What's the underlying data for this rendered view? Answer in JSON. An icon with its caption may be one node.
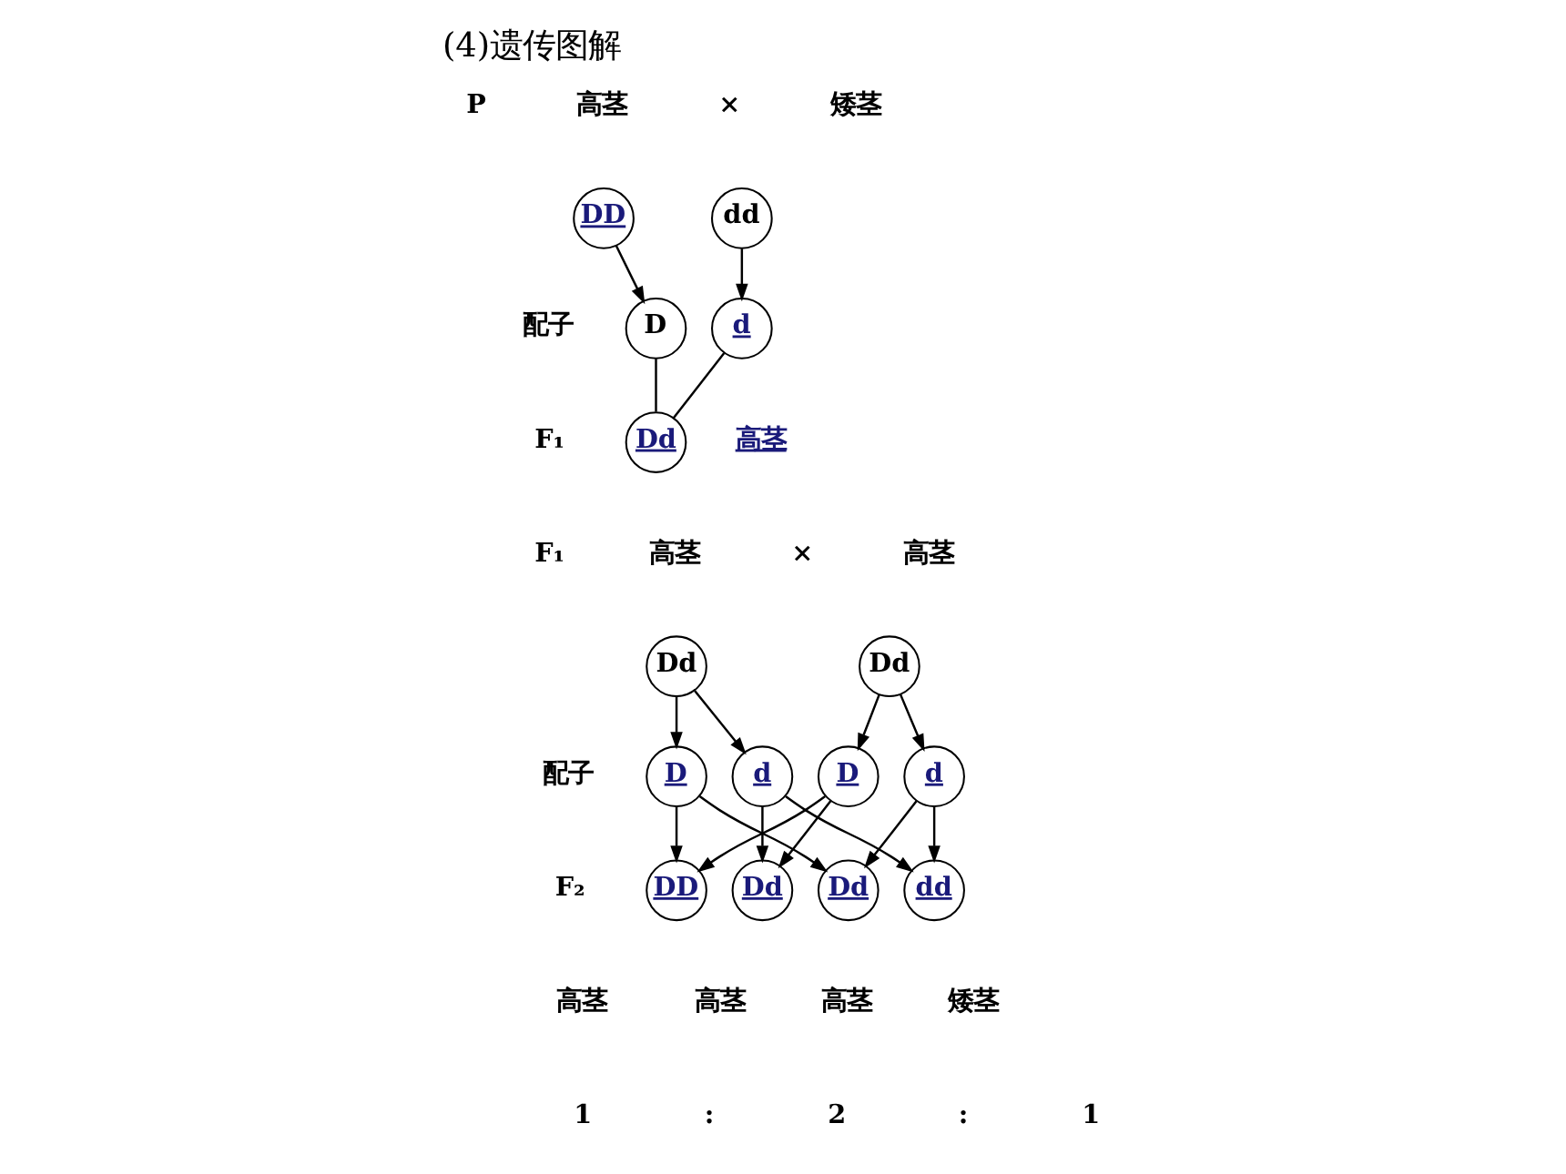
{
  "diagram": {
    "title": "(4)遗传图解",
    "nodes": [
      {
        "text": [
          "DD"
        ]
      },
      {
        "text": [
          "dd"
        ]
      },
      {
        "text": [
          "D"
        ]
      },
      {
        "text": [
          "d"
        ]
      },
      {
        "text": [
          "Dd"
        ],
        "beside": [
          "高茎"
        ]
      },
      {
        "text": [
          "Dd"
        ]
      },
      {
        "text": [
          "Dd"
        ]
      },
      {
        "text": [
          "D"
        ]
      },
      {
        "text": [
          "d"
        ]
      },
      {
        "text": [
          "D"
        ]
      },
      {
        "text": [
          "d"
        ]
      },
      {
        "text": [
          "DD"
        ]
      },
      {
        "text": [
          "Dd"
        ]
      },
      {
        "text": [
          "Dd"
        ]
      },
      {
        "text": [
          "dd"
        ]
      }
    ],
    "edges": [
      {
        "from": 0,
        "to": 2,
        "arrow": "to"
      },
      {
        "from": 1,
        "to": 3,
        "arrow": "to"
      },
      {
        "from": 2,
        "to": 4,
        "arrow": "none"
      },
      {
        "from": 3,
        "to": 4,
        "arrow": "none"
      },
      {
        "from": 5,
        "to": 7,
        "arrow": "to"
      },
      {
        "from": 5,
        "to": 8,
        "arrow": "to"
      },
      {
        "from": 6,
        "to": 9,
        "arrow": "to"
      },
      {
        "from": 6,
        "to": 10,
        "arrow": "to"
      },
      {
        "from": 7,
        "to": 11,
        "arrow": "to"
      },
      {
        "from": 7,
        "to": 13,
        "arrow": "to"
      },
      {
        "from": 8,
        "to": 12,
        "arrow": "to"
      },
      {
        "from": 8,
        "to": 14,
        "arrow": "to"
      },
      {
        "from": 9,
        "to": 11,
        "arrow": "to"
      },
      {
        "from": 9,
        "to": 12,
        "arrow": "to"
      },
      {
        "from": 10,
        "to": 13,
        "arrow": "to"
      },
      {
        "from": 10,
        "to": 14,
        "arrow": "to"
      }
    ],
    "labels": [
      "P",
      "高茎",
      "×",
      "矮茎",
      "配子",
      "F₁",
      "F₁",
      "高茎",
      "×",
      "高茎",
      "配子",
      "F₂",
      "高茎",
      "高茎",
      "高茎",
      "矮茎",
      "1",
      ":",
      "2",
      ":",
      "1"
    ]
  }
}
